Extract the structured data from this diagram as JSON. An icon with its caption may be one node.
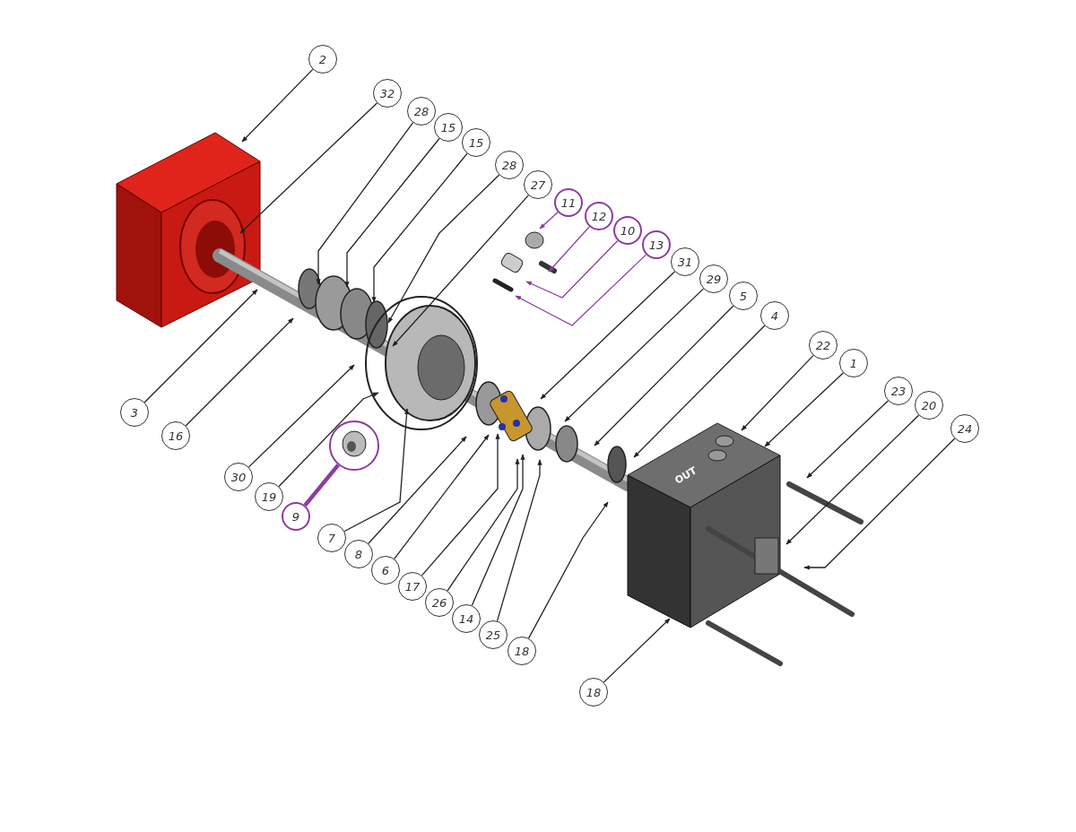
{
  "diagram": {
    "nodes": [
      {
        "text": [
          "2"
        ]
      },
      {
        "text": [
          "32"
        ]
      },
      {
        "text": [
          "28"
        ]
      },
      {
        "text": [
          "15"
        ]
      },
      {
        "text": [
          "15"
        ]
      },
      {
        "text": [
          "28"
        ]
      },
      {
        "text": [
          "27"
        ]
      },
      {
        "text": [
          "11"
        ]
      },
      {
        "text": [
          "12"
        ]
      },
      {
        "text": [
          "10"
        ]
      },
      {
        "text": [
          "13"
        ]
      },
      {
        "text": [
          "31"
        ]
      },
      {
        "text": [
          "29"
        ]
      },
      {
        "text": [
          "5"
        ]
      },
      {
        "text": [
          "4"
        ]
      },
      {
        "text": [
          "22"
        ]
      },
      {
        "text": [
          "1"
        ]
      },
      {
        "text": [
          "23"
        ]
      },
      {
        "text": [
          "20"
        ]
      },
      {
        "text": [
          "24"
        ]
      },
      {
        "text": [
          "3"
        ]
      },
      {
        "text": [
          "16"
        ]
      },
      {
        "text": [
          "30"
        ]
      },
      {
        "text": [
          "19"
        ]
      },
      {
        "text": [
          "9"
        ]
      },
      {
        "text": [],
        "shape": "circle"
      },
      {
        "text": [
          "7"
        ]
      },
      {
        "text": [
          "8"
        ]
      },
      {
        "text": [
          "6"
        ]
      },
      {
        "text": [
          "17"
        ]
      },
      {
        "text": [
          "26"
        ]
      },
      {
        "text": [
          "14"
        ]
      },
      {
        "text": [
          "25"
        ]
      },
      {
        "text": [
          "18"
        ]
      },
      {
        "text": [
          "18"
        ]
      }
    ],
    "edges": [
      {
        "from": 0,
        "to": null,
        "arrow": "to"
      },
      {
        "from": 1,
        "to": null,
        "arrow": "to"
      },
      {
        "from": 2,
        "to": null,
        "arrow": "to"
      },
      {
        "from": 3,
        "to": null,
        "arrow": "to"
      },
      {
        "from": 4,
        "to": null,
        "arrow": "to"
      },
      {
        "from": 5,
        "to": null,
        "arrow": "to"
      },
      {
        "from": 6,
        "to": null,
        "arrow": "to"
      },
      {
        "from": 7,
        "to": null,
        "arrow": "to",
        "color": "#8e3b9e"
      },
      {
        "from": 8,
        "to": null,
        "arrow": "to",
        "color": "#8e3b9e"
      },
      {
        "from": 9,
        "to": null,
        "arrow": "to",
        "color": "#8e3b9e"
      },
      {
        "from": 10,
        "to": null,
        "arrow": "to",
        "color": "#8e3b9e"
      },
      {
        "from": 11,
        "to": null,
        "arrow": "to"
      },
      {
        "from": 12,
        "to": null,
        "arrow": "to"
      },
      {
        "from": 13,
        "to": null,
        "arrow": "to"
      },
      {
        "from": 14,
        "to": null,
        "arrow": "to"
      },
      {
        "from": 15,
        "to": null,
        "arrow": "to"
      },
      {
        "from": 16,
        "to": null,
        "arrow": "to"
      },
      {
        "from": 17,
        "to": null,
        "arrow": "to"
      },
      {
        "from": 18,
        "to": null,
        "arrow": "to"
      },
      {
        "from": 19,
        "to": null,
        "arrow": "to"
      },
      {
        "from": 20,
        "to": null,
        "arrow": "to"
      },
      {
        "from": 21,
        "to": null,
        "arrow": "to"
      },
      {
        "from": 22,
        "to": null,
        "arrow": "to"
      },
      {
        "from": 23,
        "to": null,
        "arrow": "to"
      },
      {
        "from": 24,
        "to": 25,
        "arrow": "none",
        "style": "thick",
        "color": "#8e3b9e"
      },
      {
        "from": 26,
        "to": null,
        "arrow": "to"
      },
      {
        "from": 27,
        "to": null,
        "arrow": "to"
      },
      {
        "from": 28,
        "to": null,
        "arrow": "to"
      },
      {
        "from": 29,
        "to": null,
        "arrow": "to"
      },
      {
        "from": 30,
        "to": null,
        "arrow": "to"
      },
      {
        "from": 31,
        "to": null,
        "arrow": "to"
      },
      {
        "from": 32,
        "to": null,
        "arrow": "to"
      },
      {
        "from": 33,
        "to": null,
        "arrow": "to"
      },
      {
        "from": 34,
        "to": null,
        "arrow": "to"
      }
    ],
    "labels": [
      "OUT"
    ]
  }
}
